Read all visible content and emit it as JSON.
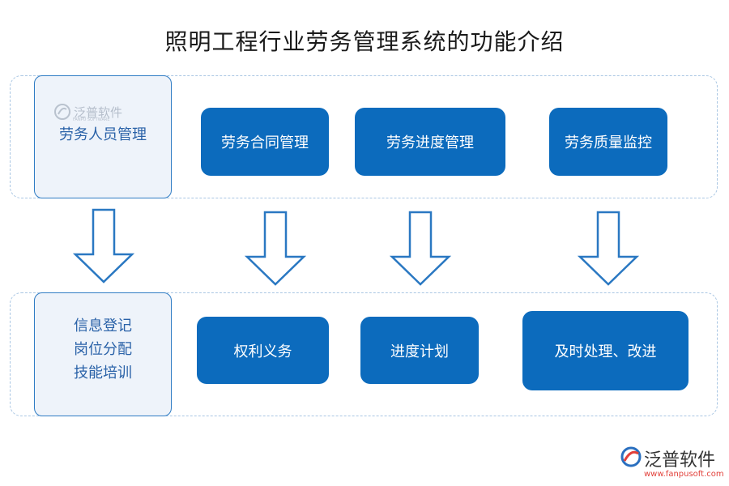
{
  "title": "照明工程行业劳务管理系统的功能介绍",
  "top_row": {
    "side": "劳务人员管理",
    "boxes": [
      "劳务合同管理",
      "劳务进度管理",
      "劳务质量监控"
    ]
  },
  "bottom_row": {
    "side_lines": [
      "信息登记",
      "岗位分配",
      "技能培训"
    ],
    "boxes": [
      "权利义务",
      "进度计划",
      "及时处理、改进"
    ]
  },
  "watermark": {
    "name": "泛普软件",
    "sub": "FANPU SOFTWARE"
  },
  "logo": {
    "name": "泛普软件",
    "url": "www.fanpusoft.com"
  },
  "colors": {
    "box_fill": "#0c6bbd",
    "side_fill": "#eef3fa",
    "side_border": "#2f7cc4",
    "frame": "#a9c6e3",
    "arrow": "#2a78c2",
    "logo_url": "#e2403a"
  }
}
